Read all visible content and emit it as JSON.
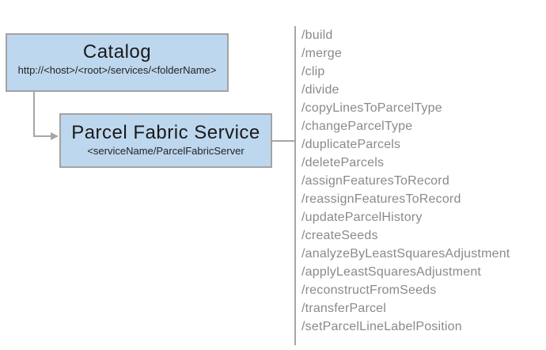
{
  "diagram": {
    "catalog": {
      "title": "Catalog",
      "url": "http://<host>/<root>/services/<folderName>"
    },
    "service": {
      "title": "Parcel Fabric Service",
      "subtitle": "<serviceName/ParcelFabricServer"
    },
    "endpoints": [
      "/build",
      "/merge",
      "/clip",
      "/divide",
      "/copyLinesToParcelType",
      "/changeParcelType",
      "/duplicateParcels",
      "/deleteParcels",
      "/assignFeaturesToRecord",
      "/reassignFeaturesToRecord",
      "/updateParcelHistory",
      "/createSeeds",
      "/analyzeByLeastSquaresAdjustment",
      "/applyLeastSquaresAdjustment",
      "/reconstructFromSeeds",
      "/transferParcel",
      "/setParcelLineLabelPosition"
    ],
    "colors": {
      "box_fill": "#bdd7ee",
      "box_border": "#a3a3a3",
      "connector": "#a6a6a6",
      "list_text": "#8a8a8a",
      "title_text": "#1a1a1a"
    }
  }
}
